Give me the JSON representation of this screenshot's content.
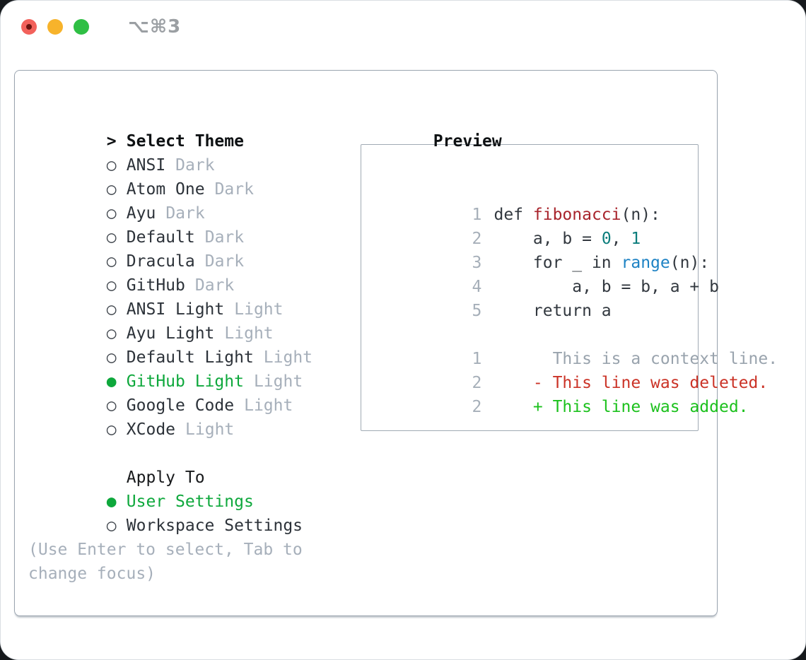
{
  "titlebar": {
    "title": "⌥⌘3",
    "traffic_lights": [
      "close",
      "minimize",
      "zoom"
    ]
  },
  "colors": {
    "selected_green": "#0ea83c",
    "added_green": "#1cc11d",
    "deleted_red": "#cb3327",
    "function_red": "#a8242c",
    "number_teal": "#0c7d7c",
    "call_blue": "#1d82c4",
    "muted_gray": "#a6afba",
    "panel_border": "#9aa4af"
  },
  "theme_list": {
    "prefix": ">",
    "header": "Select Theme",
    "items": [
      {
        "bullet": "○",
        "name": "ANSI",
        "tag": "Dark",
        "selected": false
      },
      {
        "bullet": "○",
        "name": "Atom One",
        "tag": "Dark",
        "selected": false
      },
      {
        "bullet": "○",
        "name": "Ayu",
        "tag": "Dark",
        "selected": false
      },
      {
        "bullet": "○",
        "name": "Default",
        "tag": "Dark",
        "selected": false
      },
      {
        "bullet": "○",
        "name": "Dracula",
        "tag": "Dark",
        "selected": false
      },
      {
        "bullet": "○",
        "name": "GitHub",
        "tag": "Dark",
        "selected": false
      },
      {
        "bullet": "○",
        "name": "ANSI Light",
        "tag": "Light",
        "selected": false
      },
      {
        "bullet": "○",
        "name": "Ayu Light",
        "tag": "Light",
        "selected": false
      },
      {
        "bullet": "○",
        "name": "Default Light",
        "tag": "Light",
        "selected": false
      },
      {
        "bullet": "●",
        "name": "GitHub Light",
        "tag": "Light",
        "selected": true
      },
      {
        "bullet": "○",
        "name": "Google Code",
        "tag": "Light",
        "selected": false
      },
      {
        "bullet": "○",
        "name": "XCode",
        "tag": "Light",
        "selected": false
      }
    ]
  },
  "apply_to": {
    "header": "Apply To",
    "items": [
      {
        "bullet": "●",
        "name": "User Settings",
        "selected": true
      },
      {
        "bullet": "○",
        "name": "Workspace Settings",
        "selected": false
      }
    ]
  },
  "hint": {
    "line1": "(Use Enter to select, Tab to",
    "line2": "change focus)"
  },
  "preview": {
    "header": "Preview",
    "code": [
      {
        "num": "1",
        "s1": "def ",
        "fn": "fibonacci",
        "s2": "(n):"
      },
      {
        "num": "2",
        "s1": "    a, b = ",
        "n1": "0",
        "s2": ", ",
        "n2": "1"
      },
      {
        "num": "3",
        "s1": "    for _ in ",
        "call": "range",
        "s2": "(n):"
      },
      {
        "num": "4",
        "s1": "        a, b = b, a + b"
      },
      {
        "num": "5",
        "s1": "    return a"
      }
    ],
    "diff": [
      {
        "num": "1",
        "kind": "context",
        "text": "      This is a context line."
      },
      {
        "num": "2",
        "kind": "deleted",
        "text": "    - This line was deleted."
      },
      {
        "num": "2",
        "kind": "added",
        "text": "    + This line was added."
      }
    ]
  }
}
